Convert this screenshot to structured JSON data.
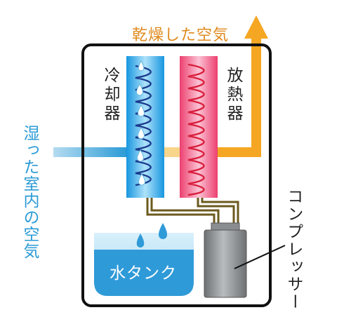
{
  "labels": {
    "output_air": "乾燥した空気",
    "input_air": "湿った室内の空気",
    "cooler": "冷却器",
    "radiator": "放熱器",
    "compressor": "コンプレッサー",
    "water_tank": "水タンク"
  },
  "colors": {
    "outline": "#111111",
    "cool_blue": "#1aa0e8",
    "cool_light": "#8fd3f5",
    "coil_dark": "#1b3a8c",
    "warm_pink": "#ef4f7c",
    "warm_light": "#f7a9c0",
    "coil_red": "#d81e3c",
    "dry_air_orange": "#f5a623",
    "pipe_brown": "#6b5a1e",
    "water": "#2f9ad8",
    "water_light": "#bfe4f6",
    "compressor_gray": "#8a8d90"
  },
  "icons": {
    "droplet": "water-drop-icon",
    "arrow": "arrow-up-icon"
  }
}
